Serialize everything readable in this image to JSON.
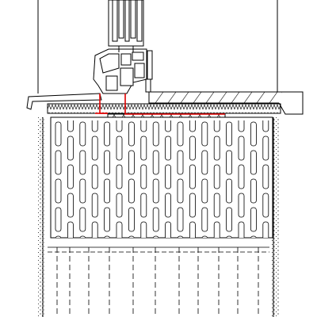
{
  "drawing": {
    "type": "architectural-section-detail",
    "subject": "window-sill-over-masonry-lintel",
    "colors": {
      "background": "#ffffff",
      "line": "#000000",
      "membrane": "#e00000",
      "hatch": "#000000"
    },
    "components": [
      "window-frame-profile",
      "exterior-metal-sill",
      "interior-sill-board",
      "insulation-layer",
      "expanded-clay-fill",
      "perforated-brick-lintel",
      "hollow-core-block-wall",
      "render-plaster",
      "waterproof-membrane"
    ]
  }
}
